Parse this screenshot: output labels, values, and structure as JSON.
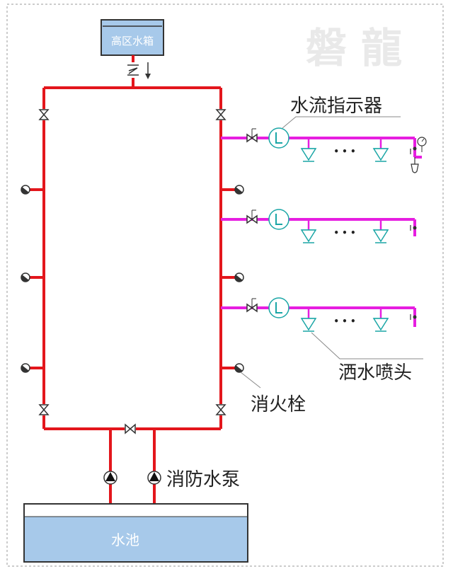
{
  "labels": {
    "tank": "高区水箱",
    "flow_indicator": "水流指示器",
    "sprinkler": "洒水喷头",
    "hydrant": "消火栓",
    "pump": "消防水泵",
    "pool": "水池",
    "ellipsis": "• • •",
    "watermark": "磐 龍"
  },
  "colors": {
    "pipe_red": "#e3161c",
    "branch_magenta": "#e61ee0",
    "water_fill": "#a7c9ea",
    "sprinkler_cyan": "#1aa6a6",
    "frame_gray": "#9a9a9a",
    "leader_gray": "#888888"
  },
  "icons": [
    "gate-valve-icon",
    "check-valve-icon",
    "hydrant-icon",
    "pump-icon",
    "flow-indicator-icon",
    "sprinkler-head-icon",
    "pressure-gauge-icon",
    "drain-valve-icon"
  ]
}
